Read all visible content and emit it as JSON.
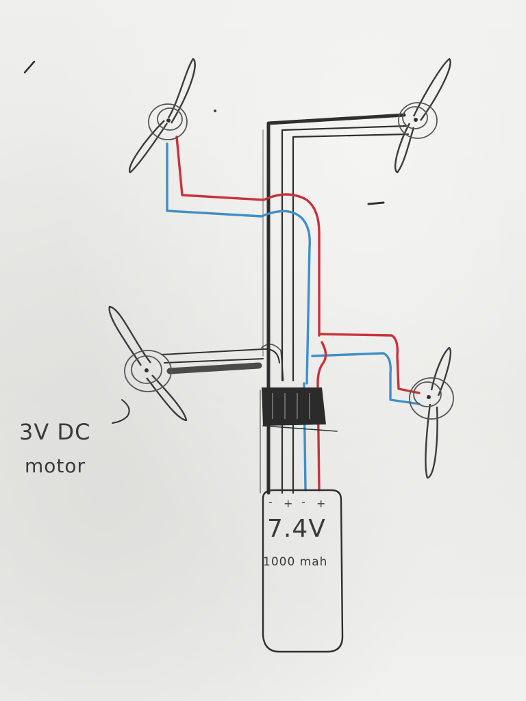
{
  "motor_label_line1": "3V DC",
  "motor_label_line2": "motor",
  "battery": {
    "voltage": "7.4V",
    "capacity": "1000 mah",
    "terminals": [
      "-",
      "+",
      "-",
      "+"
    ]
  },
  "colors": {
    "pencil": "#2f2f2f",
    "red_wire": "#c8323c",
    "blue_wire": "#3f8fc8",
    "paper": "#ececea"
  }
}
